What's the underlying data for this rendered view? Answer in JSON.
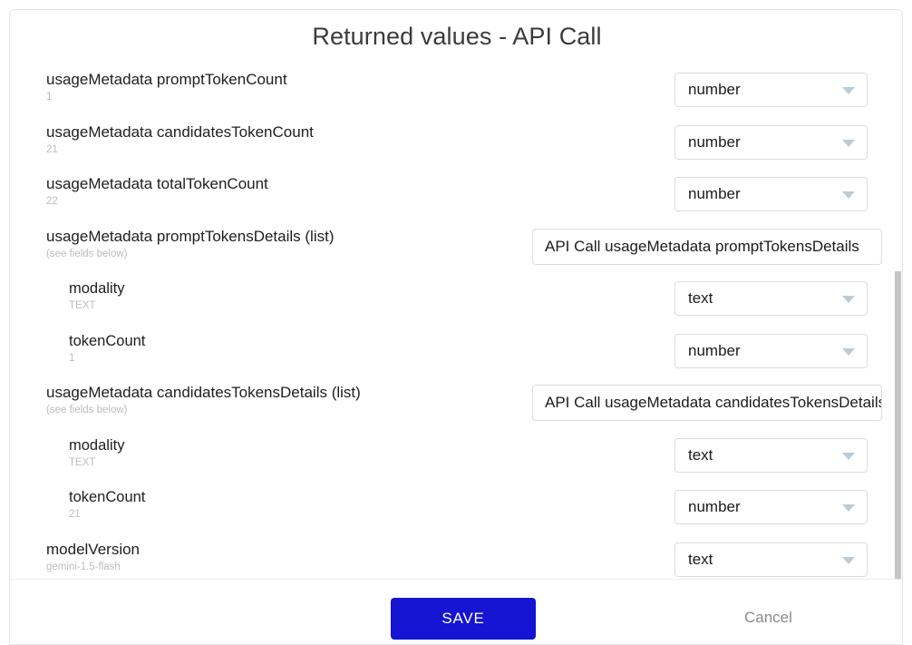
{
  "dialog": {
    "title": "Returned values - API Call"
  },
  "fields": [
    {
      "name": "usageMetadata promptTokenCount",
      "sample": "1",
      "nested": false,
      "control": "select",
      "value": "number"
    },
    {
      "name": "usageMetadata candidatesTokenCount",
      "sample": "21",
      "nested": false,
      "control": "select",
      "value": "number"
    },
    {
      "name": "usageMetadata totalTokenCount",
      "sample": "22",
      "nested": false,
      "control": "select",
      "value": "number"
    },
    {
      "name": "usageMetadata promptTokensDetails (list)",
      "sample": "(see fields below)",
      "nested": false,
      "control": "text",
      "value": "API Call usageMetadata promptTokensDetails"
    },
    {
      "name": "modality",
      "sample": "TEXT",
      "nested": true,
      "control": "select",
      "value": "text"
    },
    {
      "name": "tokenCount",
      "sample": "1",
      "nested": true,
      "control": "select",
      "value": "number"
    },
    {
      "name": "usageMetadata candidatesTokensDetails (list)",
      "sample": "(see fields below)",
      "nested": false,
      "control": "text",
      "value": "API Call usageMetadata candidatesTokensDetails"
    },
    {
      "name": "modality",
      "sample": "TEXT",
      "nested": true,
      "control": "select",
      "value": "text"
    },
    {
      "name": "tokenCount",
      "sample": "21",
      "nested": true,
      "control": "select",
      "value": "number"
    },
    {
      "name": "modelVersion",
      "sample": "gemini-1.5-flash",
      "nested": false,
      "control": "select",
      "value": "text"
    }
  ],
  "footer": {
    "save_label": "SAVE",
    "cancel_label": "Cancel"
  },
  "colors": {
    "save_button": "#1414d2",
    "caret": "#bccbd8",
    "sample_text": "#bcbcbc",
    "scrollbar_thumb": "#c6c6c6"
  },
  "icons": {
    "caret": "chevron-down-icon"
  }
}
